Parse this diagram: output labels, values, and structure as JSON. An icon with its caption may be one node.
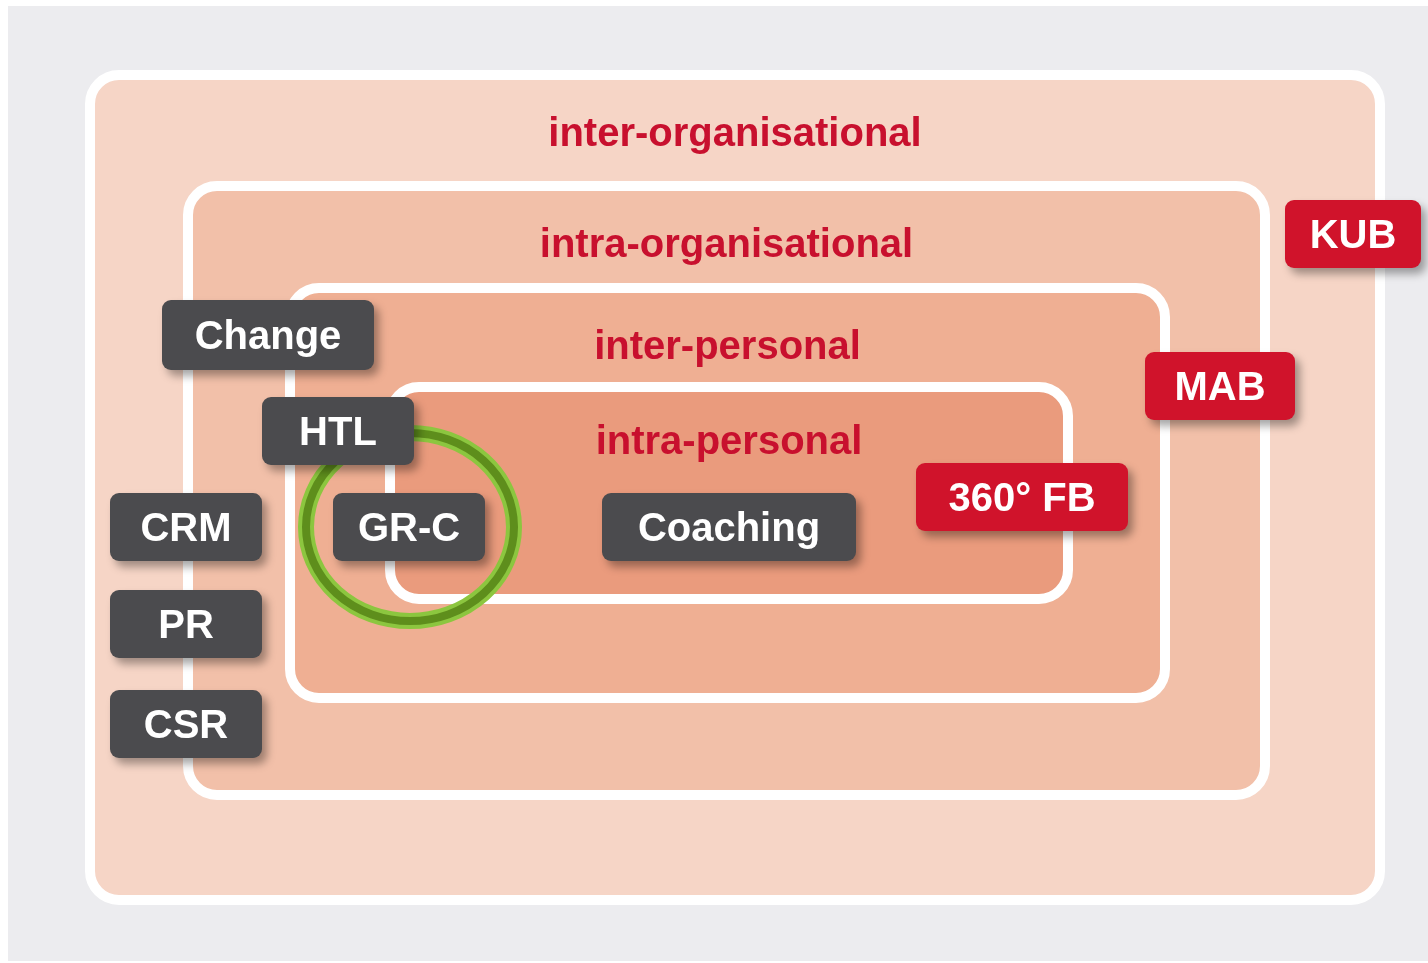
{
  "diagram": {
    "nodes": [
      {
        "text": [
          "inter-organisational"
        ]
      },
      {
        "text": [
          "KUB"
        ]
      },
      {
        "text": [
          "intra-organisational"
        ],
        "in": 0
      },
      {
        "text": [
          "Change"
        ],
        "in": 0
      },
      {
        "text": [
          "inter-personal"
        ],
        "in": 2
      },
      {
        "text": [
          "MAB"
        ],
        "in": 2
      },
      {
        "text": [
          "HTL"
        ],
        "in": 2
      },
      {
        "text": [
          "intra-personal"
        ],
        "in": 4
      },
      {
        "text": [
          "360° FB"
        ],
        "in": 4
      },
      {
        "text": [
          "CRM"
        ],
        "in": 0
      },
      {
        "text": [
          "GR-C"
        ],
        "in": 4
      },
      {
        "text": [
          "Coaching"
        ],
        "in": 7
      },
      {
        "text": [
          "PR"
        ],
        "in": 0
      },
      {
        "text": [
          "CSR"
        ],
        "in": 0
      }
    ],
    "edges": []
  }
}
